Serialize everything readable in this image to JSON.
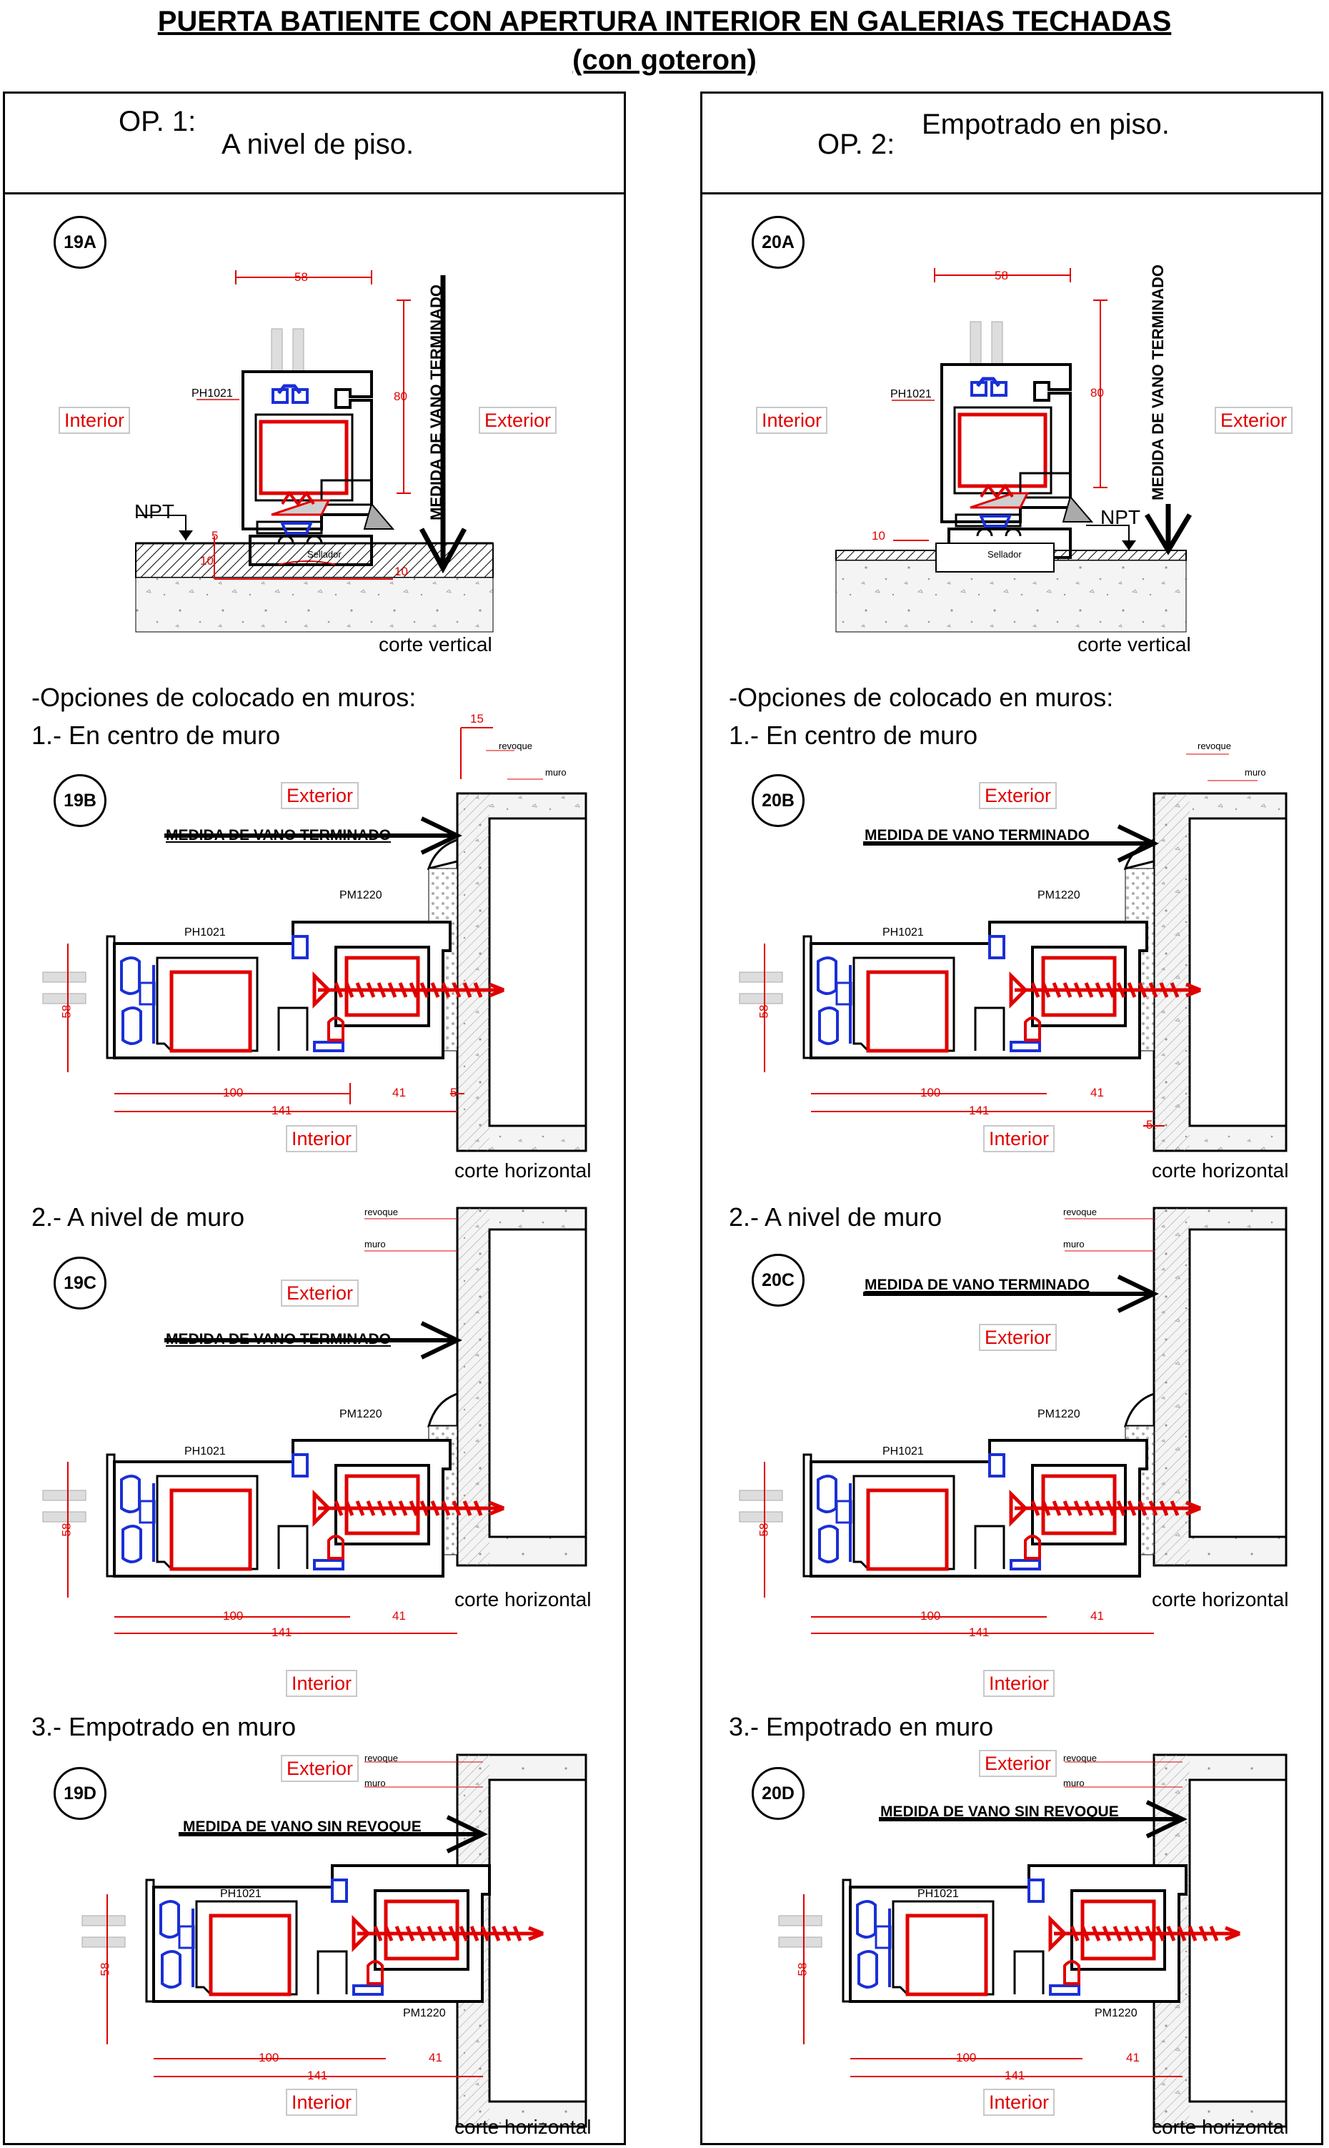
{
  "title": {
    "line1": "PUERTA BATIENTE CON APERTURA INTERIOR EN GALERIAS TECHADAS",
    "line2": "(con goteron)"
  },
  "colors": {
    "dimension": "#e00000",
    "gasket": "#1a2fd6",
    "profile": "#000000",
    "concrete": "#f2f2f2"
  },
  "columns": [
    {
      "option_code": "OP. 1:",
      "option_label": "A nivel de piso.",
      "details": [
        {
          "id": "19A",
          "view": "corte vertical",
          "interior": "Interior",
          "exterior": "Exterior",
          "vano": "MEDIDA DE VANO TERMINADO",
          "profile": "PH1021",
          "npt": "NPT",
          "sealant": "Sellador",
          "dims": [
            "58",
            "80",
            "5",
            "10",
            "10"
          ]
        },
        {
          "id": "19B",
          "view": "corte horizontal",
          "interior": "Interior",
          "exterior": "Exterior",
          "vano": "MEDIDA DE VANO TERMINADO",
          "profiles": [
            "PH1021",
            "PM1220"
          ],
          "wall": [
            "revoque",
            "muro"
          ],
          "dims": [
            "15",
            "58",
            "100",
            "141",
            "41",
            "5"
          ]
        },
        {
          "id": "19C",
          "view": "corte horizontal",
          "interior": "Interior",
          "exterior": "Exterior",
          "vano": "MEDIDA DE VANO TERMINADO",
          "profiles": [
            "PH1021",
            "PM1220"
          ],
          "wall": [
            "revoque",
            "muro"
          ],
          "dims": [
            "58",
            "100",
            "141",
            "41"
          ]
        },
        {
          "id": "19D",
          "view": "corte horizontal",
          "interior": "Interior",
          "exterior": "Exterior",
          "vano": "MEDIDA DE VANO SIN REVOQUE",
          "profiles": [
            "PH1021",
            "PM1220"
          ],
          "wall": [
            "revoque",
            "muro"
          ],
          "dims": [
            "58",
            "100",
            "141",
            "41"
          ]
        }
      ]
    },
    {
      "option_code": "OP. 2:",
      "option_label": "Empotrado en piso.",
      "details": [
        {
          "id": "20A",
          "view": "corte vertical",
          "interior": "Interior",
          "exterior": "Exterior",
          "vano": "MEDIDA DE VANO TERMINADO",
          "profile": "PH1021",
          "npt": "NPT",
          "sealant": "Sellador",
          "dims": [
            "58",
            "80",
            "10"
          ]
        },
        {
          "id": "20B",
          "view": "corte horizontal",
          "interior": "Interior",
          "exterior": "Exterior",
          "vano": "MEDIDA DE VANO TERMINADO",
          "profiles": [
            "PH1021",
            "PM1220"
          ],
          "wall": [
            "revoque",
            "muro"
          ],
          "dims": [
            "58",
            "100",
            "141",
            "41",
            "5"
          ]
        },
        {
          "id": "20C",
          "view": "corte horizontal",
          "interior": "Interior",
          "exterior": "Exterior",
          "vano": "MEDIDA DE VANO TERMINADO",
          "profiles": [
            "PH1021",
            "PM1220"
          ],
          "wall": [
            "revoque",
            "muro"
          ],
          "dims": [
            "58",
            "100",
            "141",
            "41"
          ]
        },
        {
          "id": "20D",
          "view": "corte horizontal",
          "interior": "Interior",
          "exterior": "Exterior",
          "vano": "MEDIDA DE VANO SIN REVOQUE",
          "profiles": [
            "PH1021",
            "PM1220"
          ],
          "wall": [
            "revoque",
            "muro"
          ],
          "dims": [
            "58",
            "100",
            "141",
            "41"
          ]
        }
      ]
    }
  ],
  "wall_options": {
    "heading": "-Opciones de colocado en muros:",
    "items": [
      "1.- En centro de muro",
      "2.- A nivel de muro",
      "3.- Empotrado en muro"
    ]
  }
}
